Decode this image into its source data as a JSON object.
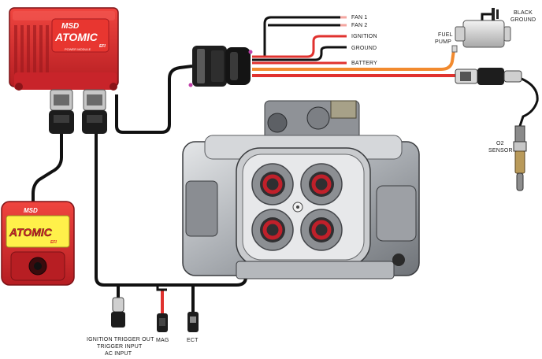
{
  "power_module": {
    "brand": "MSD",
    "product": "ATOMIC",
    "suffix": "EFI",
    "subtitle": "POWER MODULE"
  },
  "handheld": {
    "brand": "MSD",
    "product": "ATOMIC",
    "suffix": "EFI"
  },
  "labels": {
    "fan1": "FAN 1",
    "fan2": "FAN 2",
    "ignition": "IGNITION",
    "ground": "GROUND",
    "battery": "BATTERY",
    "black_ground_line1": "BLACK",
    "black_ground_line2": "GROUND",
    "fuel_pump_line1": "FUEL",
    "fuel_pump_line2": "PUMP",
    "o2_line1": "O2",
    "o2_line2": "SENSOR",
    "ign_line1": "IGNITION TRIGGER OUT",
    "ign_line2": "TRIGGER INPUT",
    "ign_line3": "AC INPUT",
    "mag": "MAG",
    "ect": "ECT"
  },
  "colors": {
    "module_red": "#d8262b",
    "wire_black": "#111111",
    "wire_red": "#e0322f",
    "wire_orange": "#f28a2e",
    "wire_pink": "#f4a6a0",
    "throttle_metal": "#b9bcc0",
    "injector_red": "#c0202a"
  }
}
